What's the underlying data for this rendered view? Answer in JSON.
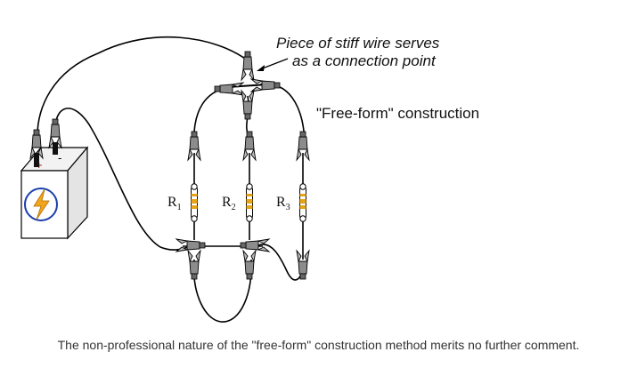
{
  "annotation": {
    "line1": "Piece of stiff wire serves",
    "line2": "as a connection point"
  },
  "construction_label": "\"Free-form\" construction",
  "resistors": [
    {
      "letter": "R",
      "sub": "1"
    },
    {
      "letter": "R",
      "sub": "2"
    },
    {
      "letter": "R",
      "sub": "3"
    }
  ],
  "battery": {
    "positive": "+",
    "negative": "-",
    "symbol": "lightning-icon"
  },
  "caption": "The non-professional nature of the \"free-form\" construction method merits no further comment."
}
